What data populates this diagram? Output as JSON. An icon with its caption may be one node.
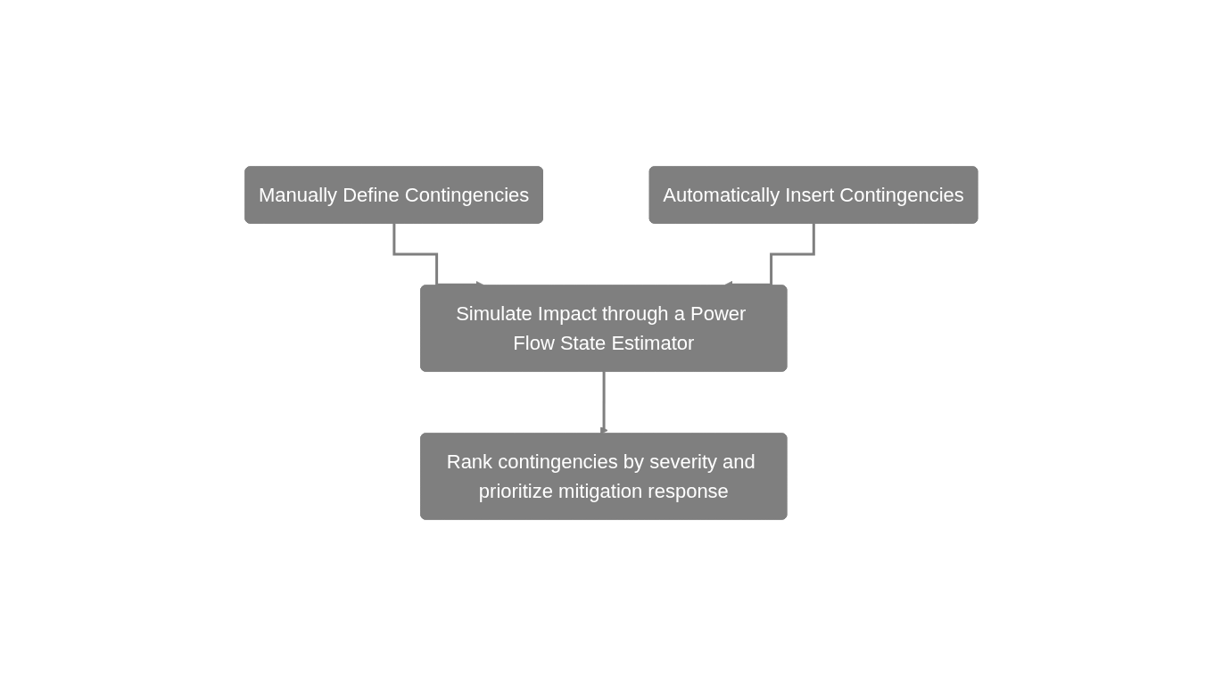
{
  "diagram": {
    "nodes": [
      {
        "text": [
          "Manually Define Contingencies"
        ]
      },
      {
        "text": [
          "Automatically Insert Contingencies"
        ]
      },
      {
        "text": [
          "Simulate Impact through a Power Flow State Estimator"
        ]
      },
      {
        "text": [
          "Rank contingencies by severity and prioritize mitigation response"
        ]
      }
    ],
    "edges": [
      {
        "from": 0,
        "to": 2,
        "arrow": "to"
      },
      {
        "from": 1,
        "to": 2,
        "arrow": "to"
      },
      {
        "from": 2,
        "to": 3,
        "arrow": "to"
      }
    ]
  }
}
